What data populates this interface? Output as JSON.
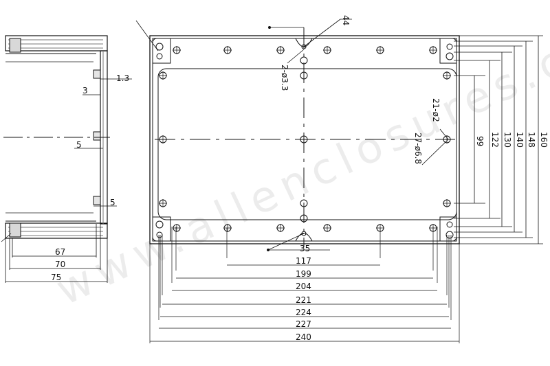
{
  "watermark": "www.allenclosures.com",
  "side_view": {
    "labels": {
      "d_1_3": "1.3",
      "d_3": "3",
      "d_5a": "5",
      "d_5b": "5",
      "d_67": "67",
      "d_70": "70",
      "d_75": "75"
    }
  },
  "front_view": {
    "labels": {
      "d_44": "44",
      "d_2_3_3": "2-ø3.3",
      "d_21_2": "21-ø2",
      "d_27_6_8": "27-ø6.8",
      "d_99": "99",
      "d_122": "122",
      "d_130": "130",
      "d_140": "140",
      "d_148": "148",
      "d_160": "160",
      "d_35": "35",
      "d_117": "117",
      "d_199": "199",
      "d_204": "204",
      "d_221": "221",
      "d_224": "224",
      "d_227": "227",
      "d_240": "240"
    }
  }
}
